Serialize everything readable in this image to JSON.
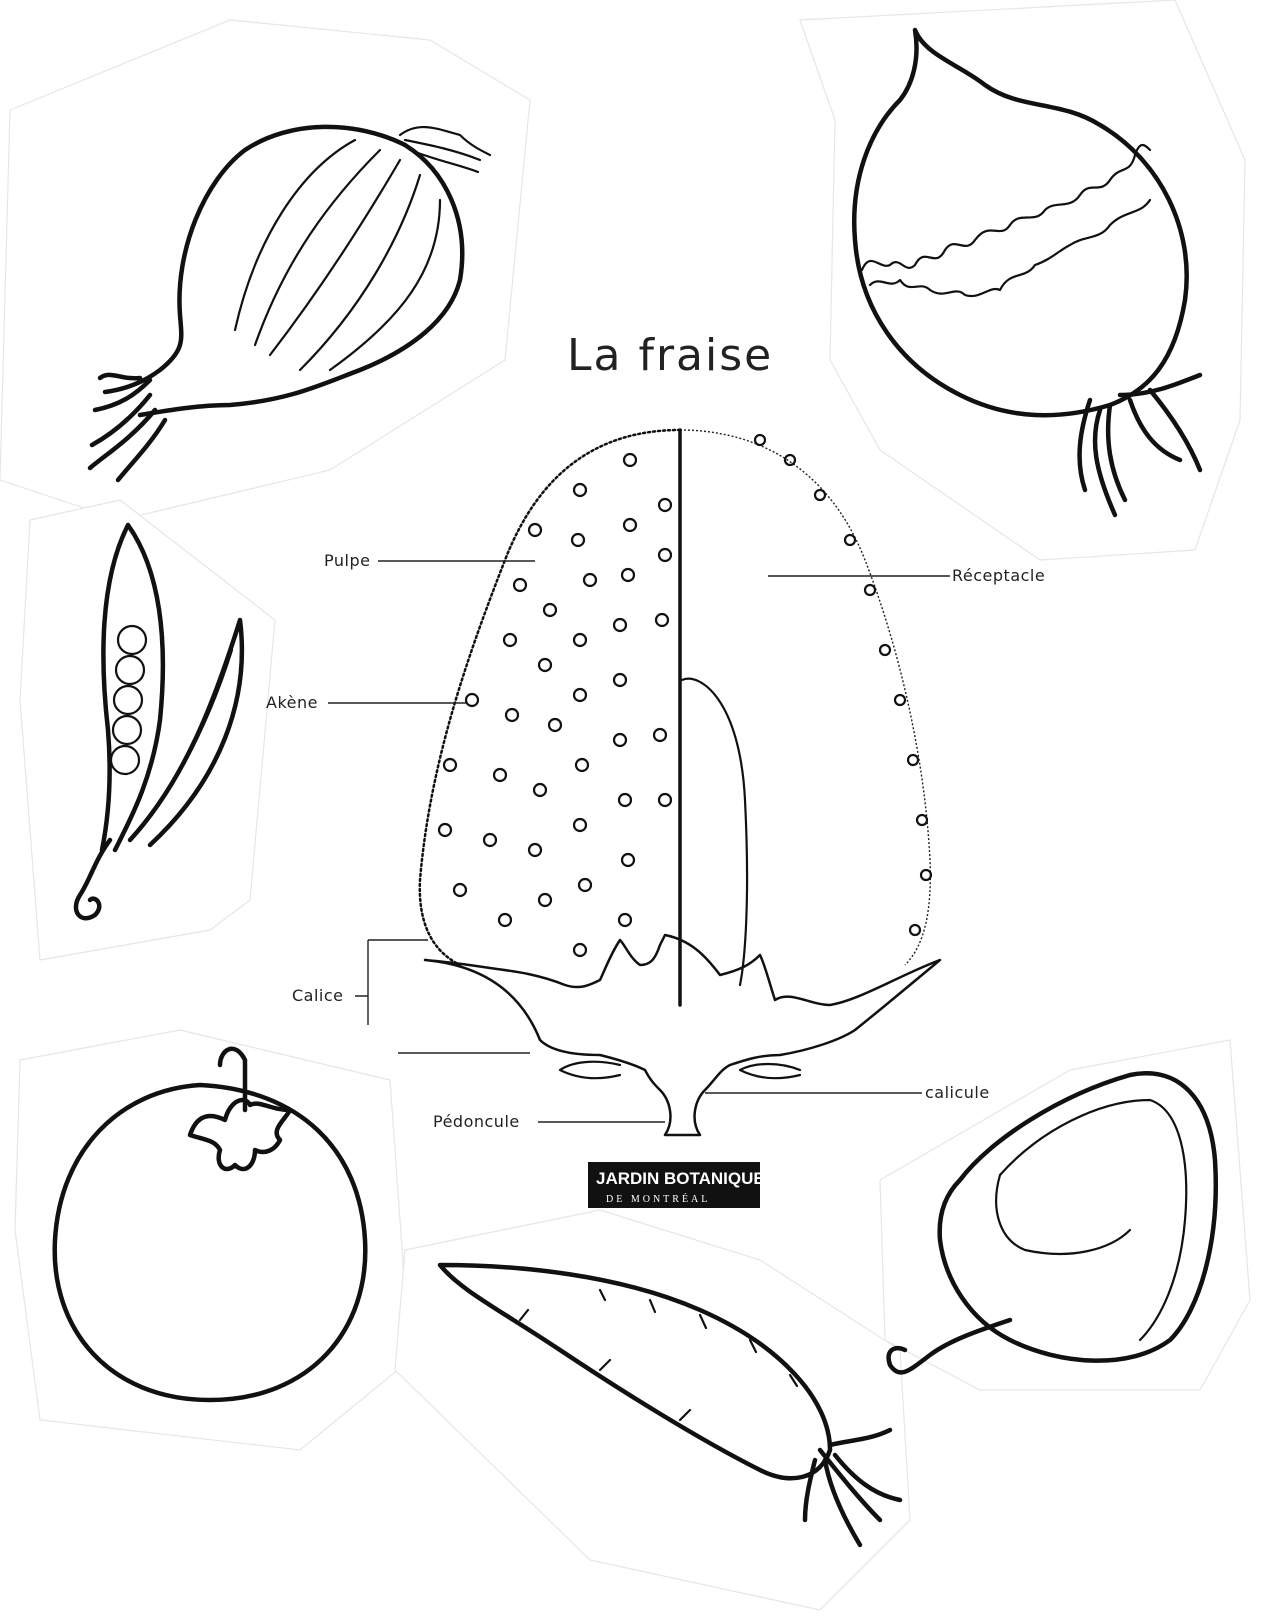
{
  "title": "La fraise",
  "labels": {
    "pulpe": "Pulpe",
    "akene": "Akène",
    "calice": "Calice",
    "pedoncule": "Pédoncule",
    "receptacle": "Réceptacle",
    "calicule": "calicule"
  },
  "logo": {
    "line1": "JARDIN BOTANIQUE",
    "line2": "DE MONTRÉAL"
  },
  "colors": {
    "ink": "#111111",
    "background": "#ffffff"
  }
}
